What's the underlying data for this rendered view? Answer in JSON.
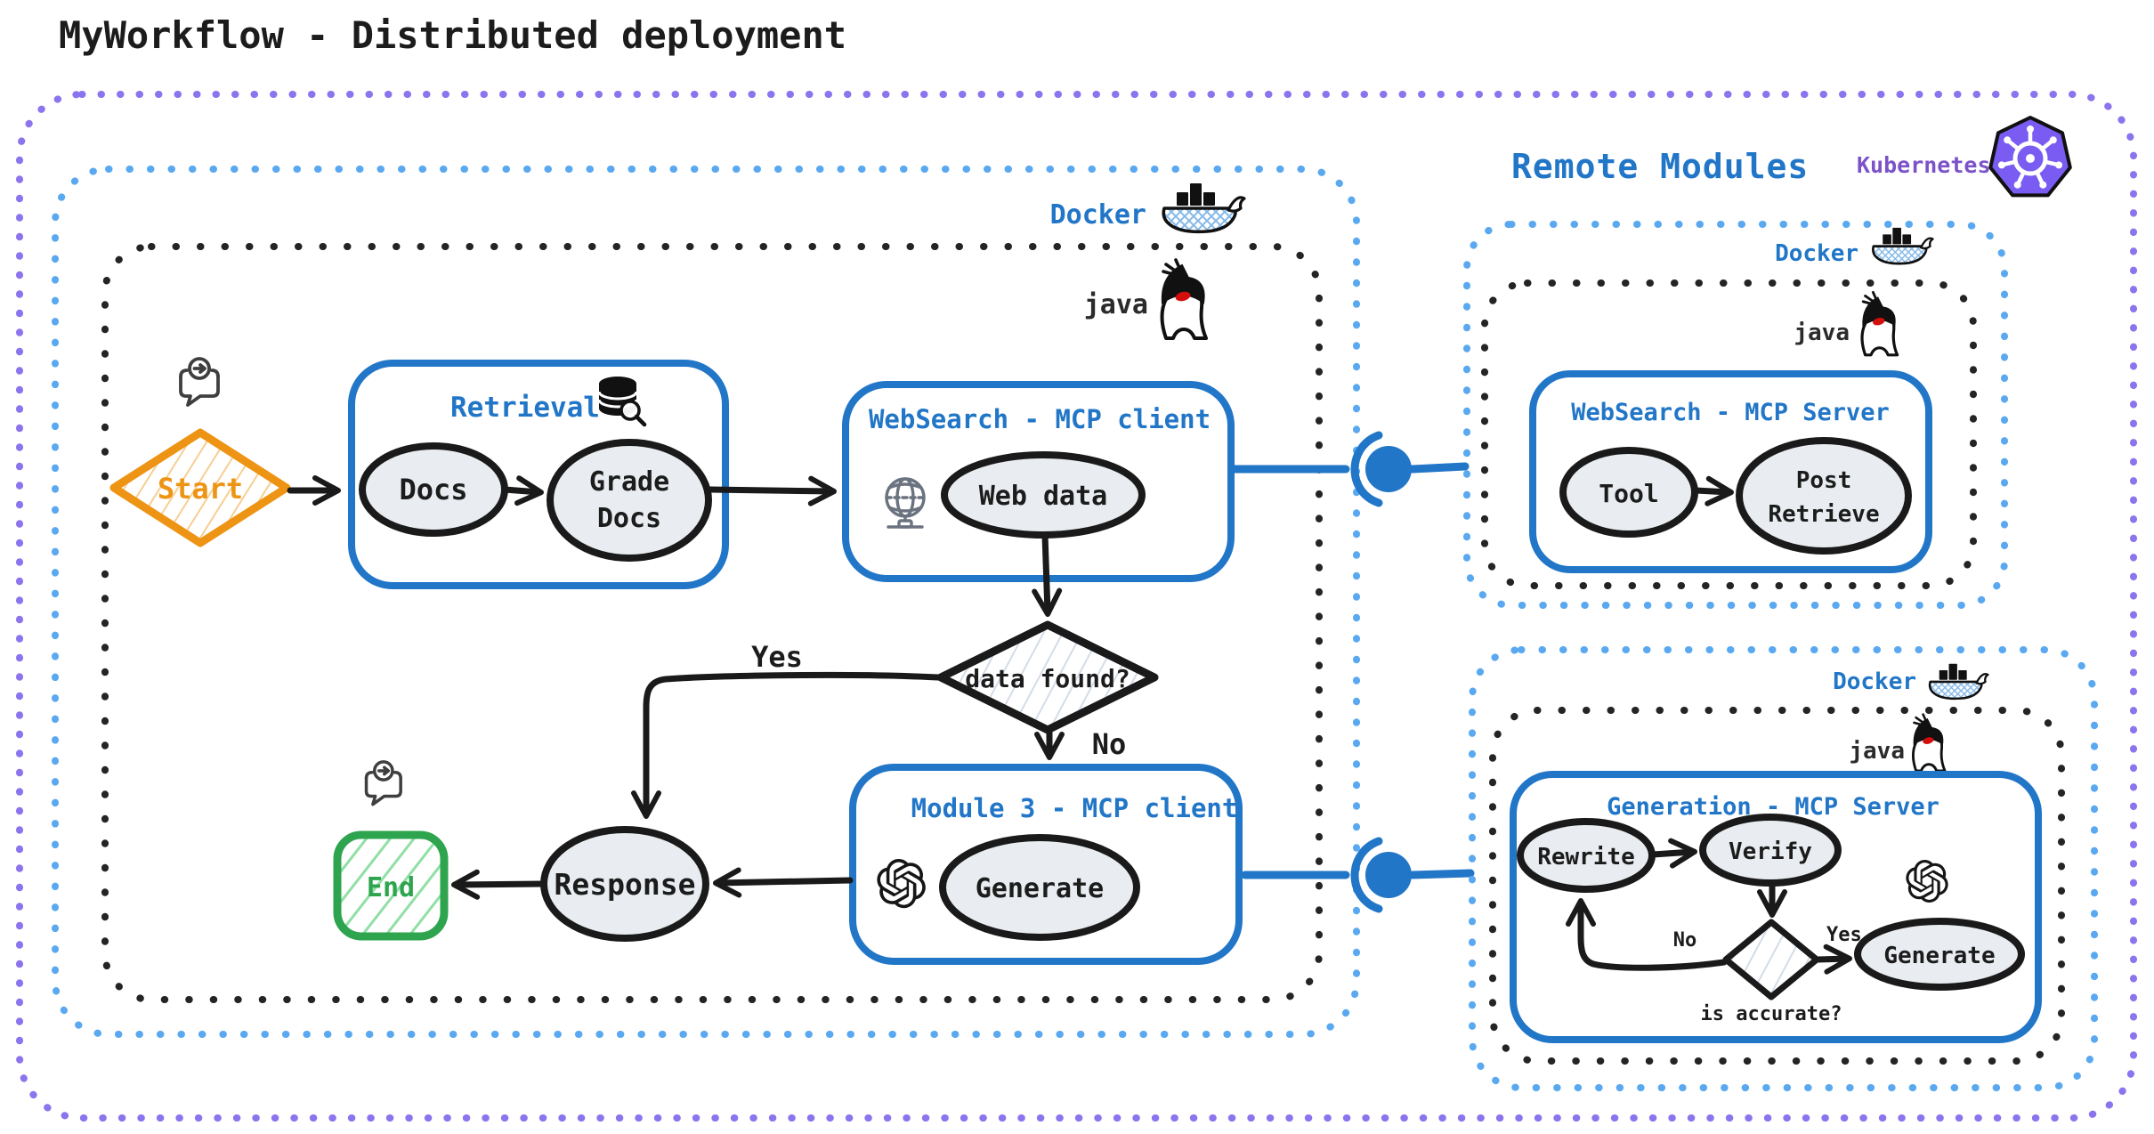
{
  "title": "MyWorkflow - Distributed deployment",
  "remote_modules": {
    "label": "Remote Modules",
    "kubernetes": "Kubernetes"
  },
  "main_module": {
    "docker_label": "Docker",
    "java_label": "java",
    "start": "Start",
    "retrieval_box": {
      "title": "Retrieval",
      "docs": "Docs",
      "grade_docs": {
        "line1": "Grade",
        "line2": "Docs"
      }
    },
    "websearch_client_box": {
      "title": "WebSearch - MCP client",
      "web_data": "Web data"
    },
    "decision": {
      "label": "data found?",
      "yes": "Yes",
      "no": "No"
    },
    "module3_box": {
      "title": "Module 3 - MCP client",
      "generate": "Generate"
    },
    "response": "Response",
    "end": "End"
  },
  "websearch_server_module": {
    "docker_label": "Docker",
    "java_label": "java",
    "box_title": "WebSearch - MCP Server",
    "tool": "Tool",
    "post_retrieve": {
      "line1": "Post",
      "line2": "Retrieve"
    }
  },
  "generation_server_module": {
    "docker_label": "Docker",
    "java_label": "java",
    "box_title": "Generation - MCP Server",
    "rewrite": "Rewrite",
    "verify": "Verify",
    "generate": "Generate",
    "decision": {
      "label": "is accurate?",
      "yes": "Yes",
      "no": "No"
    }
  },
  "colors": {
    "accent_blue": "#2176C7",
    "dotted_blue": "#5AA9F0",
    "purple": "#8B74EE",
    "k8s_purple_text": "#7B52C8",
    "k8s_icon_fill": "#7A5CF2",
    "orange": "#EE9414",
    "green": "#2EA44E",
    "green_hatch": "#90DFA5",
    "orange_hatch": "#F7CE93",
    "gray_hatch": "#D3DCE8",
    "node_fill": "#E9EDF1",
    "ink": "#1A1A1A"
  }
}
